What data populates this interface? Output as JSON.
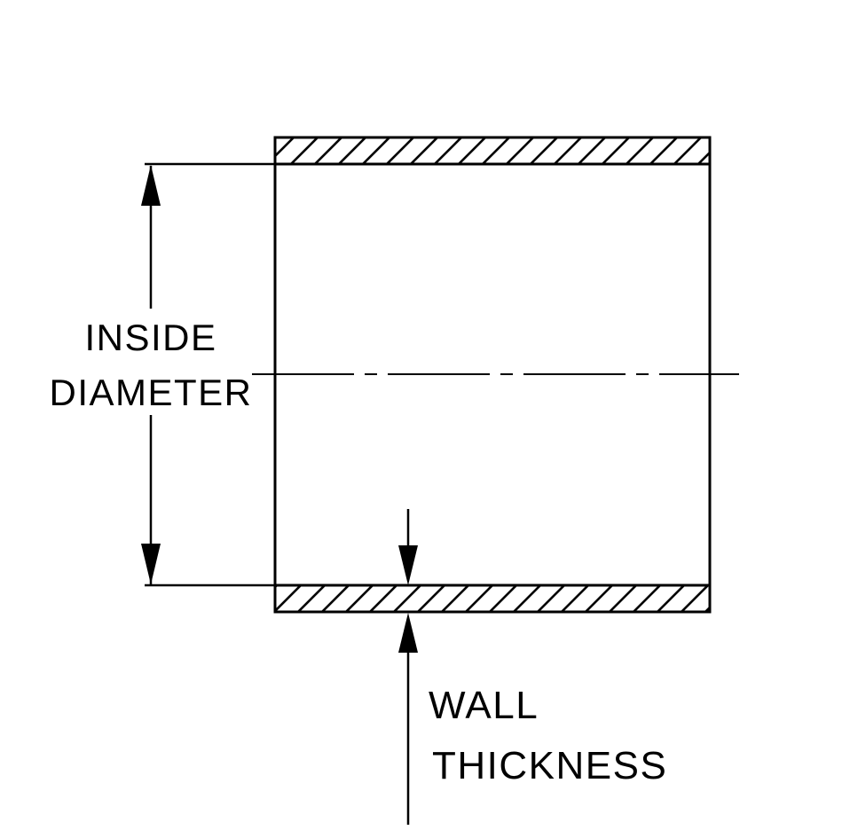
{
  "diagram": {
    "type": "technical-drawing",
    "subject": "tube cross-section with dimension callouts",
    "labels": {
      "inside_diameter": {
        "line1": "INSIDE",
        "line2": "DIAMETER"
      },
      "wall_thickness": {
        "line1": "WALL",
        "line2": "THICKNESS"
      }
    },
    "colors": {
      "line": "#000000",
      "background": "#ffffff"
    }
  }
}
